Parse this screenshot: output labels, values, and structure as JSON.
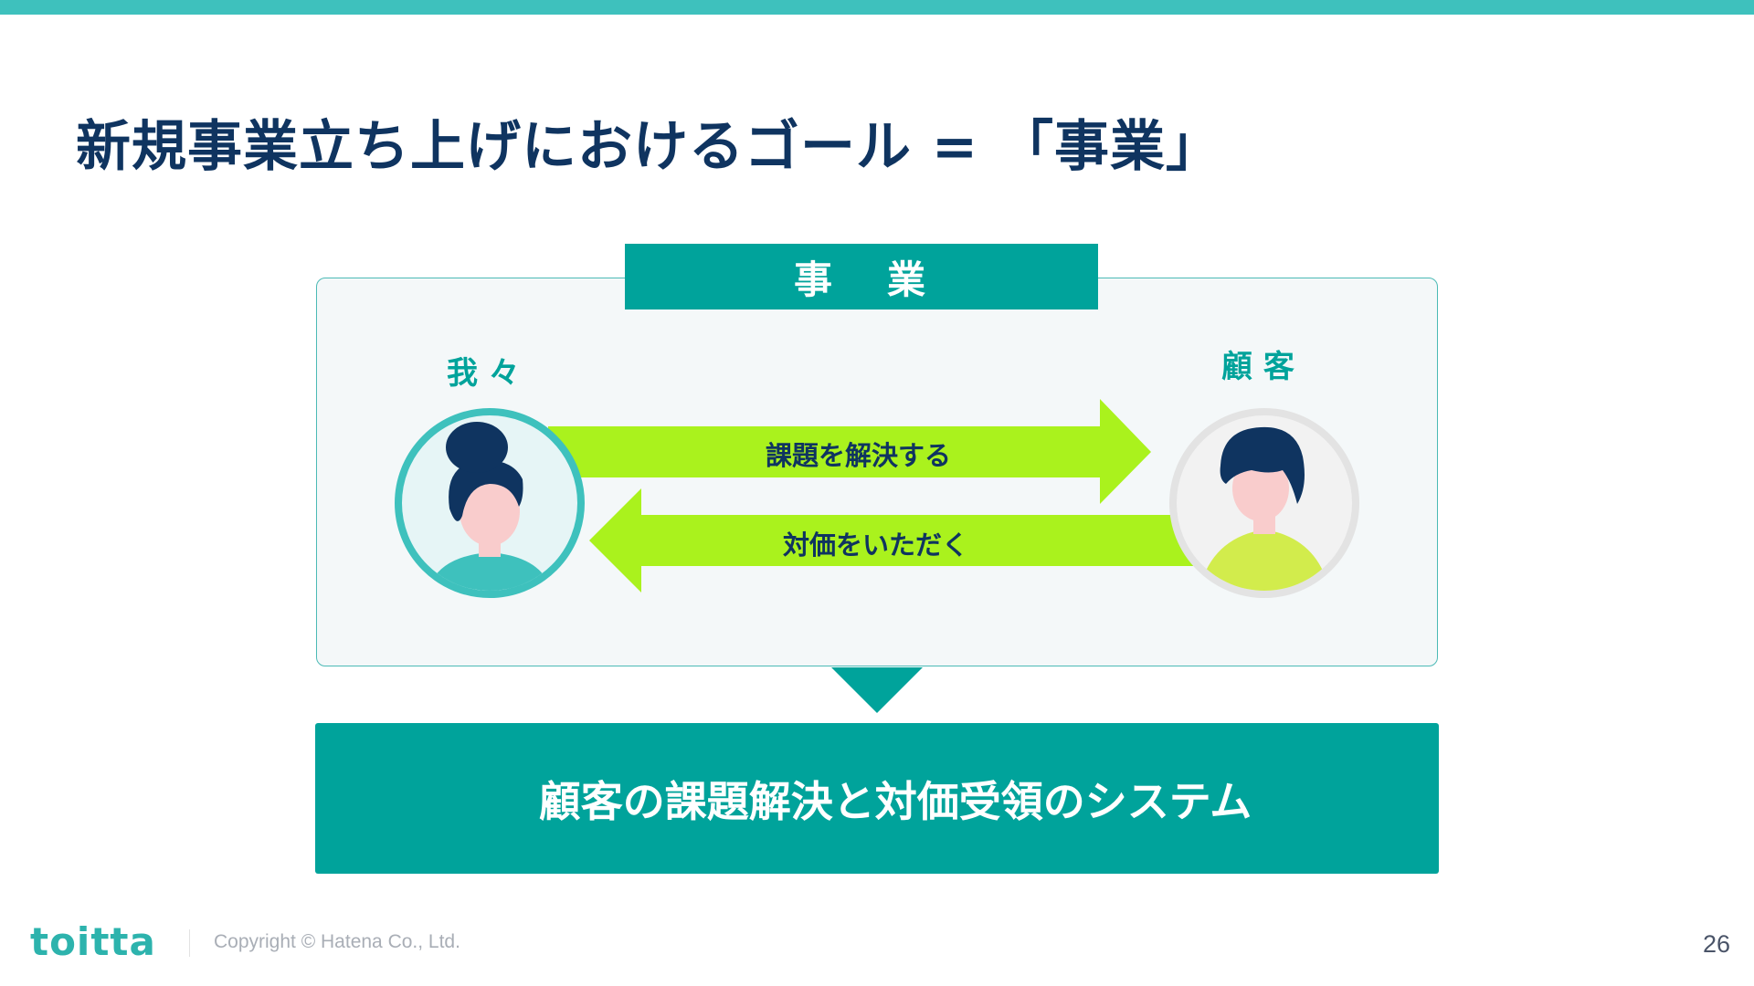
{
  "slide": {
    "title": "新規事業立ち上げにおけるゴール = 「事業」",
    "business_header": [
      "事",
      "業"
    ],
    "left_party_label": "我 々",
    "right_party_label": "顧 客",
    "top_arrow_label": "課題を解決する",
    "bottom_arrow_label": "対価をいただく",
    "conclusion": "顧客の課題解決と対価受領のシステム"
  },
  "icons": {
    "left_person": "woman-avatar-icon",
    "right_person": "man-avatar-icon",
    "top_arrow": "arrow-right-icon",
    "bottom_arrow": "arrow-left-icon",
    "down_pointer": "triangle-down-icon"
  },
  "footer": {
    "logo": "toitta",
    "copyright": "Copyright © Hatena Co., Ltd.",
    "page_number": "26"
  },
  "colors": {
    "accent_teal": "#00a39b",
    "top_bar": "#3ec1bd",
    "title_navy": "#0f3460",
    "arrow_lime": "#aaf21d",
    "panel_bg": "#f4f8f9"
  }
}
